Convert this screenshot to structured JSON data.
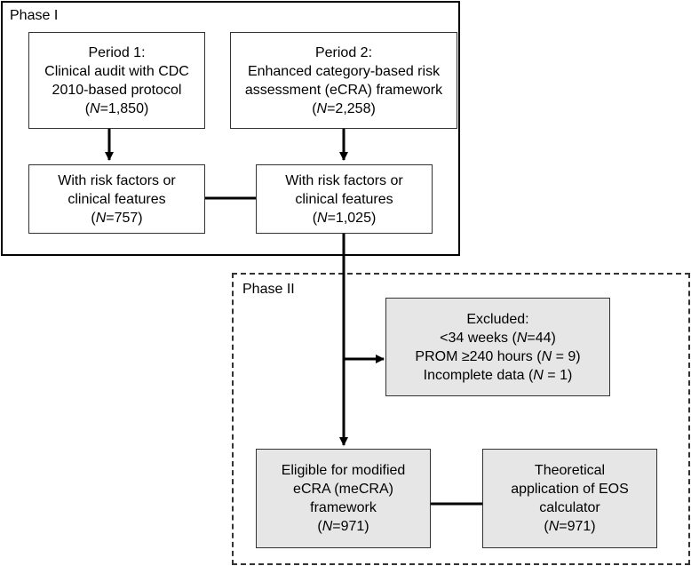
{
  "phase1": {
    "label": "Phase I"
  },
  "phase2": {
    "label": "Phase II"
  },
  "period1": {
    "line1": "Period 1:",
    "line2": "Clinical audit with CDC",
    "line3": "2010-based protocol",
    "n_prefix": "(",
    "n_var": "N",
    "n_value": "=1,850)"
  },
  "period2": {
    "line1": "Period 2:",
    "line2": "Enhanced category-based risk",
    "line3": "assessment (eCRA) framework",
    "n_prefix": "(",
    "n_var": "N",
    "n_value": "=2,258)"
  },
  "risk1": {
    "line1": "With risk factors or",
    "line2": "clinical features",
    "n_prefix": "(",
    "n_var": "N",
    "n_value": "=757)"
  },
  "risk2": {
    "line1": "With risk factors or",
    "line2": "clinical features",
    "n_prefix": "(",
    "n_var": "N",
    "n_value": "=1,025)"
  },
  "excluded": {
    "title": "Excluded:",
    "item1_pre": "<34 weeks (",
    "item1_var": "N",
    "item1_post": "=44)",
    "item2_pre": "PROM ≥240 hours (",
    "item2_var": "N",
    "item2_post": " = 9)",
    "item3_pre": "Incomplete data (",
    "item3_var": "N",
    "item3_post": " = 1)"
  },
  "eligible": {
    "line1": "Eligible for modified",
    "line2": "eCRA (meCRA)",
    "line3": "framework",
    "n_prefix": "(",
    "n_var": "N",
    "n_value": "=971)"
  },
  "eos": {
    "line1": "Theoretical",
    "line2": "application of EOS",
    "line3": "calculator",
    "n_prefix": "(",
    "n_var": "N",
    "n_value": "=971)"
  }
}
